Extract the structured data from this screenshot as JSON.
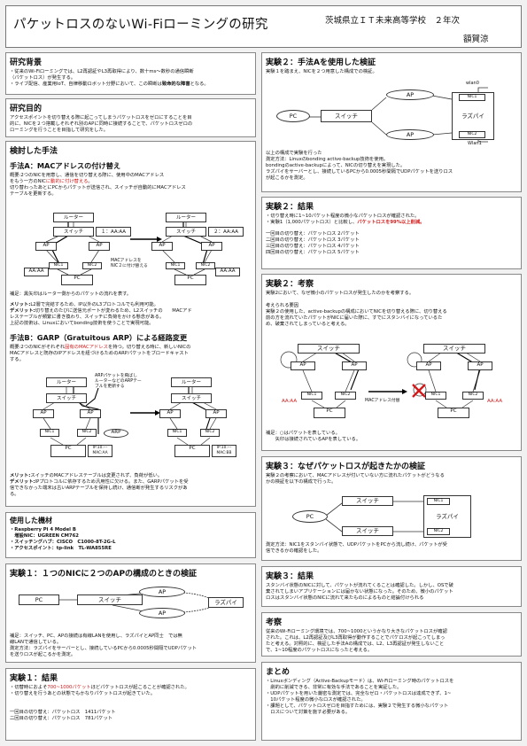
{
  "header": {
    "title": "パケットロスのないWi-Fiローミングの研究",
    "school": "茨城県立ＩＴ未来高等学校　２年次",
    "author": "額賀涼"
  },
  "bg": {
    "title": "研究背景",
    "l1": "・従来のWi-Fiローミングでは、L2再認証やL3再取得により、数十ms～数秒の通信瞬断",
    "l2": "（パケットロス）が発生する。",
    "l3a": "・ライブ配信、産業用IoT、自律移動ロボット分野において、この瞬断は",
    "l3b": "致命的な障害",
    "l3c": "となる。"
  },
  "purpose": {
    "title": "研究目的",
    "l1": "アクセスポイントを切り替える際に起こってしまうパケットロスをゼロにすることを目",
    "l2": "的に、NICを２つ搭載しそれぞれ別のAPに同時に接続することで、パケットロスゼロの",
    "l3": "ローミングを行うことを目指して研究をした。"
  },
  "methods": {
    "title": "検討した手法",
    "a_title": "手法A：MACアドレスの付け替え",
    "a1": "概要:2つのNICを用意し、通信を切り替える際に、使用中のMACアドレス",
    "a2a": "をもう一方のNIC",
    "a2b": "に",
    "a2c": "動的に付け替える",
    "a2d": "。",
    "a3": "切り替わったあとにPCからパケットが送信され、スイッチが自動的にMACアドレス",
    "a4": "テーブルを更新する。",
    "router": "ルーター",
    "switch": "スイッチ",
    "ap": "AP",
    "pc": "PC",
    "nic1": "NIC1",
    "nic2": "NIC2",
    "mac1": "１：AA:AA",
    "mac2": "２：AA:AA",
    "aa": "AA:AA",
    "mac_label1": "MACアドレスを",
    "mac_label2": "NIC２に付け替える",
    "note_a": "補足：黒矢印はルーター側からのパケットの流れを表す。",
    "merit_a_h": "メリット:",
    "merit_a": "L2層で完結するため、IP以外のL3プロトコルでも利用可能。",
    "demerit_a_h": "デメリット:",
    "demerit_a1": "切り替えのたびに送信元ポートが変わるため、L2スイッチの　　MACアド",
    "demerit_a2": "レステーブルが頻繁に書き換わり、スイッチに負荷をかける懸念がある。",
    "demerit_a3": "上記の技術は、Linuxにおいてbonding技術を使うことで実現可能。",
    "b_title": "手法B：GARP（Gratuitous ARP）による経路変更",
    "b1a": "概要:2つのNICがそれぞれ",
    "b1b": "固有のMACアドレス",
    "b1c": "を持つ。切り替える時に、新しいNICの",
    "b2": "MACアドレスと既存のIPアドレスを紐づけるためのARPパケットをブロードキャスト",
    "b3": "する。",
    "arp1": "ARPパケットを飛ばし",
    "arp2": "ルーターなどのARPテー",
    "arp3": "ブルを更新する",
    "arp": "ARP",
    "ip1": "IP:10.---",
    "mac_aa": "MAC:AA",
    "ip2": "IP:10.---",
    "mac_bb": "MAC:BB",
    "merit_b_h": "メリット:",
    "merit_b": "スイッチのMACアドレステーブルは変更されず、負荷が低い。",
    "demerit_b_h": "デメリット:",
    "demerit_b1": "IPプロトコルに依存するため汎用性に欠ける。また、GARPパケットを受",
    "demerit_b2": "信できなかった端末は古いARPテーブルを保持し続け、通信断が発生するリスクがあ",
    "demerit_b3": "る。"
  },
  "equip": {
    "title": "使用した機材",
    "e1": "・Raspberry Pi 4 Model B",
    "e2": "　増設NIC：UGREEN CM762",
    "e3": "・スイッチングハブ：CISCO　C1000-8T-2G-L",
    "e4": "・アクセスポイント：tp-link　TL-WA855RE"
  },
  "exp1": {
    "title": "実験１：１つのNICに２つのAPの構成のときの検証",
    "pc": "PC",
    "switch": "スイッチ",
    "rasp": "ラズパイ",
    "ap": "AP",
    "n1": "補足：スイッチ、PC、APの接続は有線LANを使用し、ラズパイとAP同士　では無",
    "n2": "線LANで通信している。",
    "n3": "測定方法：ラズパイをサーバーとし、接続しているPCから0.0005秒間隔でUDPパケット",
    "n4": "を送りロスが起こるかを測定。"
  },
  "res1": {
    "title": "実験１：結果",
    "l1a": "・切替時におよそ",
    "l1b": "700~1000パケット",
    "l1c": "ほどパケットロスが起こることが確認された。",
    "l2": "・切り替えを行うあとの状態でもかなりパケットロスが起きていた。",
    "r1": "一回目の切り替え：パケットロス　1411パケット",
    "r2": "二回目の切り替え：パケットロス　781パケット"
  },
  "exp2": {
    "title": "実験２：手法Aを使用した検証",
    "sub": "実験１を踏まえ、NICを２つ用意した構成での検証。",
    "pc": "PC",
    "switch": "スイッチ",
    "rasp": "ラズパイ",
    "ap": "AP",
    "nic1": "NIC1",
    "nic2": "NIC2",
    "wlan0": "wlan0",
    "wlan1": "Wlan1",
    "d1": "以上の構成で実験を行った",
    "d2": "測定方法：Linuxのbonding active-backup技術を使用。",
    "d3": "bondingのactive-backupによって、NICの切り替えを実現した。",
    "d4": "ラズパイをサーバーとし、接続しているPCから0.0005秒間隔でUDPパケットを送りロス",
    "d5": "が起こるかを測定。"
  },
  "res2": {
    "title": "実験２：結果",
    "l1": "・切り替え時に1~10パケット程度の微小なパケットロスが確認された。",
    "l2a": "・実験1（1,000パケットロス）と比較し、",
    "l2b": "パケットロスを99%以上削減。",
    "r1": "一回目の切り替え：パケットロス 2パケット",
    "r2": "二回目の切り替え：パケットロス 3パケット",
    "r3": "三回目の切り替え：パケットロス 4パケット",
    "r4": "四回目の切り替え：パケットロス 5パケット"
  },
  "cons2": {
    "title": "実験２：考察",
    "l1": "実験2において、なぜ微小のパケットロスが発生したのかを考察する。",
    "l2": "考えられる要因",
    "l3": "実験２の使用した、active-backupの構成においてNICを切り替える際に、切り替える",
    "l4": "前の方を流れていたパケットがNICに届いた際に、すでにスタンバイになっているた",
    "l5": "め、破棄されてしまっていると考える。",
    "switch": "スイッチ",
    "ap": "AP",
    "pc": "PC",
    "nic1": "NIC1",
    "nic2": "NIC2",
    "aa": "AA:AA",
    "mac_label": "MACアドレス付替",
    "n1": "補足：○はパケットを表している。",
    "n2": "　　矢印は接続されているAPを表している。"
  },
  "exp3": {
    "title": "実験３：なぜパケットロスが起きたかの検証",
    "l1": "実験２の考察において、MACアドレスが付いていない方に流れたパケットがどうなる",
    "l2": "かの検証を以下の構成で行った。",
    "pc": "PC",
    "switch": "スイッチ",
    "rasp": "ラズパイ",
    "nic1": "NIC1",
    "nic2": "NIC2",
    "d1": "測定方法：NIC1をスタンバイ状態で、UDPパケットをPCから流し続け、パケットが受",
    "d2": "信できるかの確認をした。"
  },
  "res3": {
    "title": "実験３：結果",
    "l1": "スタンバイ状態のNICに対して、パケットが流れてくることは確認した。しかし、OSで破",
    "l2": "棄されてしまいアプリケーションには届かない状態になった。そのため、微小のパケット",
    "l3": "ロスはスタンバイ状態のNICに流れて来たものによるものと結論付けられる"
  },
  "disc": {
    "title": "考察",
    "l1": "従来のWi-Fiローミング環境では、700~1000というかなり大きなパケットロスが確認",
    "l2": "された。これは、L2再認証及びL3再取得が動作することでパケロスが起こってしまっ",
    "l3": "たと考える。対照的に、検証した手法Aの構成では、L2、L3再認証が発生しないこと",
    "l4": "で、1~10程度のパケットロスになったと考える。"
  },
  "summary": {
    "title": "まとめ",
    "l1": "・Linuxボンディング（Active-Backupモード）は、Wi-Fiローミング時のパケットロスを",
    "l2": "　劇的に削減できる、非常に有効な手法であることを実証した。",
    "l3": "・UDPパケットを用いた厳密な測定では、完全なゼロ・パケットロスは達成できず、1~",
    "l4": "　10パケット程度の微小なロスが確認された。",
    "l5": "・課題として、パケットロスゼロを目指すためには、実験２で発生する微小なパケット",
    "l6": "　ロスについて対策を施す必要がある。"
  }
}
